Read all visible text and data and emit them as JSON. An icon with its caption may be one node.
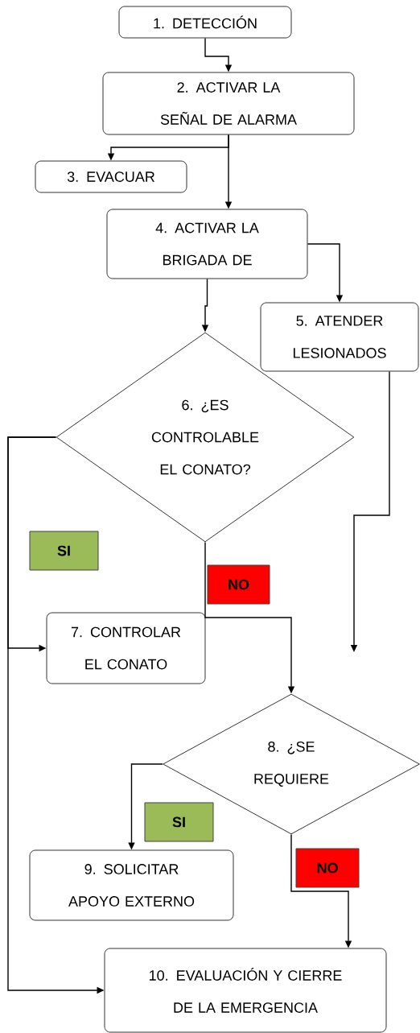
{
  "diagram": {
    "nodes": [
      {
        "text": [
          "1. DETECCIÓN"
        ]
      },
      {
        "text": [
          "2. ACTIVAR LA SEÑAL DE ALARMA"
        ]
      },
      {
        "text": [
          "3. EVACUAR"
        ]
      },
      {
        "text": [
          "4. ACTIVAR LA BRIGADA DE"
        ]
      },
      {
        "text": [
          "5. ATENDER LESIONADOS"
        ]
      },
      {
        "text": [
          "6. ¿ES CONTROLABLE EL CONATO?"
        ]
      },
      {
        "text": [
          "SI"
        ]
      },
      {
        "text": [
          "NO"
        ]
      },
      {
        "text": [
          "7. CONTROLAR EL CONATO"
        ]
      },
      {
        "text": [
          "8. ¿SE REQUIERE"
        ]
      },
      {
        "text": [
          "SI"
        ]
      },
      {
        "text": [
          "NO"
        ]
      },
      {
        "text": [
          "9. SOLICITAR APOYO EXTERNO"
        ]
      },
      {
        "text": [
          "10. EVALUACIÓN Y CIERRE DE LA EMERGENCIA"
        ]
      }
    ],
    "edges": [
      {
        "from": 0,
        "to": 1,
        "arrow": "to"
      },
      {
        "from": 1,
        "to": 2,
        "arrow": "to"
      },
      {
        "from": 1,
        "to": 3,
        "arrow": "to"
      },
      {
        "from": 3,
        "to": 5,
        "arrow": "to"
      },
      {
        "from": 3,
        "to": 4,
        "arrow": "to"
      },
      {
        "from": 4,
        "to": null,
        "arrow": "to"
      },
      {
        "from": 5,
        "to": 8,
        "arrow": "to"
      },
      {
        "from": 5,
        "to": 13,
        "arrow": "to"
      },
      {
        "from": 5,
        "to": 9,
        "arrow": "to"
      },
      {
        "from": 9,
        "to": 12,
        "arrow": "to"
      },
      {
        "from": 9,
        "to": 13,
        "arrow": "to"
      }
    ]
  }
}
